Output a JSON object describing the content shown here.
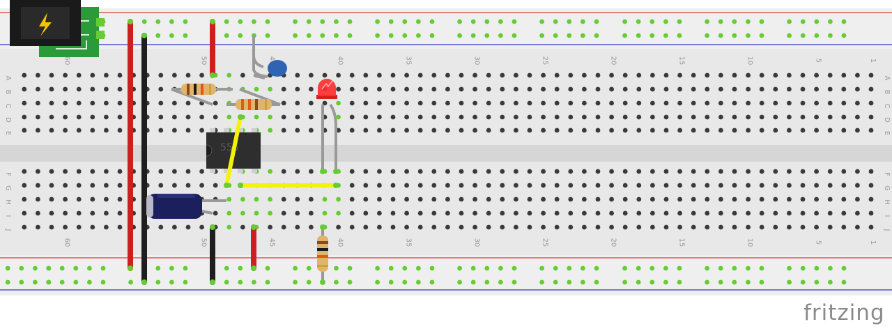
{
  "board": {
    "numbers_top": [
      "50",
      "45",
      "40",
      "35",
      "30",
      "25",
      "20",
      "15",
      "10",
      "5",
      "1"
    ],
    "numbers_top_partial": "60",
    "numbers_bottom": [
      "60",
      "50",
      "45",
      "40",
      "35",
      "30",
      "25",
      "20",
      "15",
      "10",
      "5",
      "1"
    ],
    "rows_top": [
      "A",
      "B",
      "C",
      "D",
      "E"
    ],
    "rows_bottom": [
      "F",
      "G",
      "H",
      "I",
      "J"
    ]
  },
  "chip_label": "555",
  "branding": "fritzing",
  "colors": {
    "board": "#e8e8e8",
    "hole": "#3a3a3a",
    "active": "#66cc33",
    "red_wire": "#cc1f1f",
    "black_wire": "#1e1e1e",
    "yellow_wire": "#f2f20a",
    "rail_red": "#d9393d",
    "rail_blue": "#2f39c9",
    "led": "#ff2f2f",
    "capacitor": "#1c1f5e",
    "ceramic_cap": "#2f64b4",
    "jack_pcb": "#2a9a3a"
  }
}
